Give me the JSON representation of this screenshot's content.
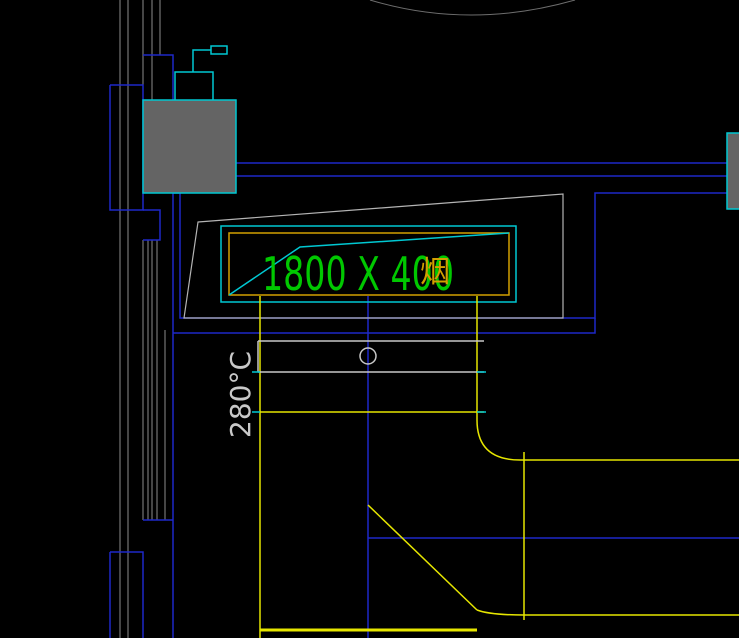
{
  "drawing": {
    "background": "#000000",
    "colors": {
      "wall_gray": "#9a9a9a",
      "wall_white": "#c8c8c8",
      "blue": "#1e28c8",
      "cyan": "#00c8d2",
      "yellow": "#e6e600",
      "green": "#00c800",
      "equipment_fill": "#646464",
      "orange": "#d2a000"
    },
    "labels": {
      "duct_size": "1800  X  400",
      "duct_mark": "烟",
      "fire_damper_temp": "280°C"
    }
  }
}
